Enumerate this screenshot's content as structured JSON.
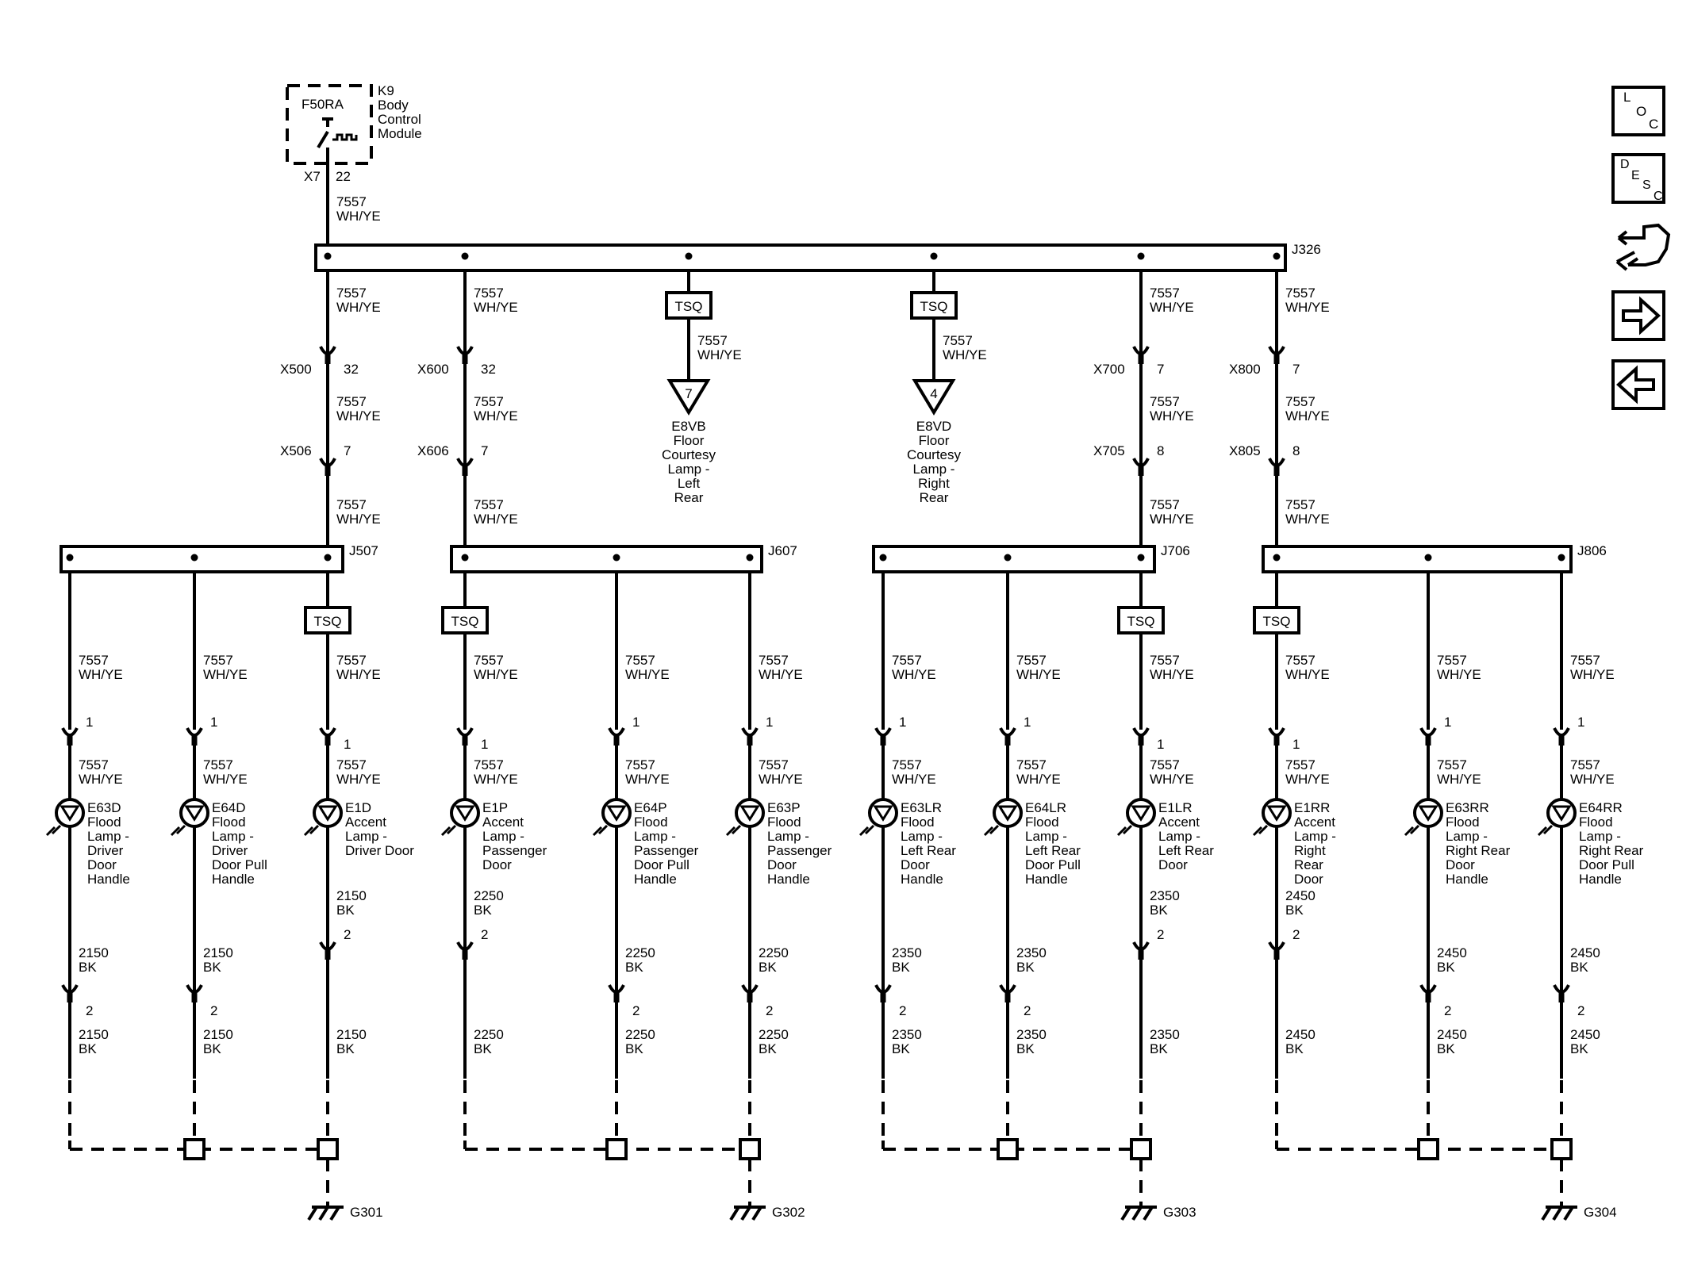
{
  "bcm": {
    "fuse": "F50RA",
    "module": [
      "K9",
      "Body",
      "Control",
      "Module"
    ],
    "connector": "X7",
    "pin": "22"
  },
  "wire_main": [
    "7557",
    "WH/YE"
  ],
  "wire_ground": {
    "g301": [
      "2150",
      "BK"
    ],
    "g302": [
      "2250",
      "BK"
    ],
    "g303": [
      "2350",
      "BK"
    ],
    "g304": [
      "2450",
      "BK"
    ]
  },
  "splices": {
    "main": "J326",
    "j507": "J507",
    "j607": "J607",
    "j706": "J706",
    "j806": "J806"
  },
  "tsq": "TSQ",
  "connectors": {
    "x500": [
      "X500",
      "32"
    ],
    "x600": [
      "X600",
      "32"
    ],
    "x700": [
      "X700",
      "7"
    ],
    "x800": [
      "X800",
      "7"
    ],
    "x506": [
      "X506",
      "7"
    ],
    "x606": [
      "X606",
      "7"
    ],
    "x705": [
      "X705",
      "8"
    ],
    "x805": [
      "X805",
      "8"
    ]
  },
  "pin_one": "1",
  "pin_two": "2",
  "courtesy": {
    "left": {
      "num": "7",
      "label": [
        "E8VB",
        "Floor",
        "Courtesy",
        "Lamp -",
        "Left",
        "Rear"
      ]
    },
    "right": {
      "num": "4",
      "label": [
        "E8VD",
        "Floor",
        "Courtesy",
        "Lamp -",
        "Right",
        "Rear"
      ]
    }
  },
  "lamps": {
    "e63d": [
      "E63D",
      "Flood",
      "Lamp -",
      "Driver",
      "Door",
      "Handle"
    ],
    "e64d": [
      "E64D",
      "Flood",
      "Lamp -",
      "Driver",
      "Door Pull",
      "Handle"
    ],
    "e1d": [
      "E1D",
      "Accent",
      "Lamp -",
      "Driver Door"
    ],
    "e1p": [
      "E1P",
      "Accent",
      "Lamp -",
      "Passenger",
      "Door"
    ],
    "e64p": [
      "E64P",
      "Flood",
      "Lamp -",
      "Passenger",
      "Door Pull",
      "Handle"
    ],
    "e63p": [
      "E63P",
      "Flood",
      "Lamp -",
      "Passenger",
      "Door",
      "Handle"
    ],
    "e63lr": [
      "E63LR",
      "Flood",
      "Lamp -",
      "Left Rear",
      "Door",
      "Handle"
    ],
    "e64lr": [
      "E64LR",
      "Flood",
      "Lamp -",
      "Left Rear",
      "Door Pull",
      "Handle"
    ],
    "e1lr": [
      "E1LR",
      "Accent",
      "Lamp -",
      "Left Rear",
      "Door"
    ],
    "e1rr": [
      "E1RR",
      "Accent",
      "Lamp -",
      "Right",
      "Rear",
      "Door"
    ],
    "e63rr": [
      "E63RR",
      "Flood",
      "Lamp -",
      "Right Rear",
      "Door",
      "Handle"
    ],
    "e64rr": [
      "E64RR",
      "Flood",
      "Lamp -",
      "Right Rear",
      "Door Pull",
      "Handle"
    ]
  },
  "grounds": {
    "g301": "G301",
    "g302": "G302",
    "g303": "G303",
    "g304": "G304"
  },
  "nav": {
    "loc": [
      "L",
      "O",
      "C"
    ],
    "desc": [
      "D",
      "E",
      "S",
      "C"
    ],
    "icons": [
      "connector-icon",
      "forward-arrow-icon",
      "back-arrow-icon"
    ]
  }
}
